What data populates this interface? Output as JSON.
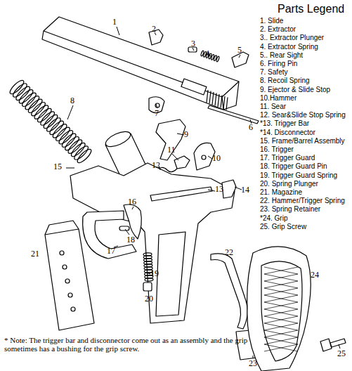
{
  "diagram": {
    "title": "Parts Legend",
    "labels": [
      "1",
      "2",
      "3",
      "4",
      "5",
      "6",
      "7",
      "8",
      "9",
      "10",
      "11",
      "12",
      "13",
      "14",
      "15",
      "16",
      "17",
      "18",
      "19",
      "20",
      "21",
      "22",
      "23",
      "24",
      "25",
      "1. Slide",
      "2. Extractor",
      "3.. Extractor Plunger",
      "4. Extractor Spring",
      "5.. Rear Sight",
      "6. Firing Pin",
      "7. Safety",
      "8. Recoil Spring",
      "9. Ejector & Slide Stop",
      "10.Hammer",
      "11. Sear",
      "12. Sear&Slide Stop Spring",
      "*13. Trigger Bar",
      "*14. Disconnector",
      "15. Frame/Barrel Assembly",
      "16. Trigger",
      "17. Trigger Guard",
      "18. Trigger Guard Pin",
      "19. Trigger Guard Spring",
      "20. Spring Plunger",
      "21. Magazine",
      "22. Hammer/Trigger Spring",
      "23. Spring Retainer",
      "*24. Grip",
      "25. Grip Screw",
      "* Note: The trigger bar and disconnector come out as an assembly and the grip sometimes has a bushing for the grip screw."
    ]
  }
}
